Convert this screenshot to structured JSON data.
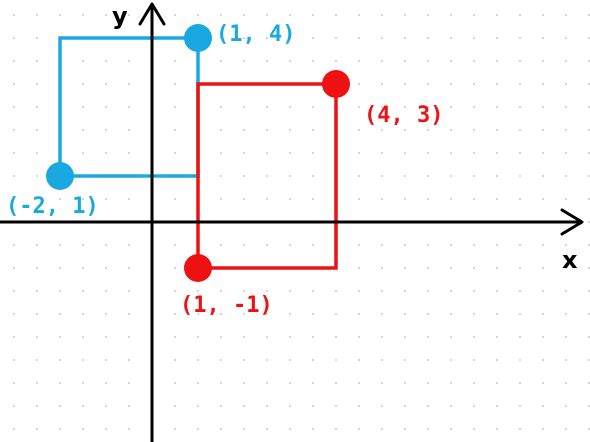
{
  "axes": {
    "x_label": "x",
    "y_label": "y"
  },
  "colors": {
    "blue": "#1aa8e0",
    "red": "#ee1111",
    "axis": "#000000",
    "grid_dot": "#b9b9b9"
  },
  "rectangles": [
    {
      "name": "blue-rectangle",
      "color_key": "blue",
      "corners": [
        [
          -2,
          1
        ],
        [
          1,
          4
        ]
      ],
      "points": [
        {
          "id": "blue-point-1",
          "x": 1,
          "y": 4,
          "label": "(1, 4)"
        },
        {
          "id": "blue-point-2",
          "x": -2,
          "y": 1,
          "label": "(-2, 1)"
        }
      ]
    },
    {
      "name": "red-rectangle",
      "color_key": "red",
      "corners": [
        [
          1,
          -1
        ],
        [
          4,
          3
        ]
      ],
      "points": [
        {
          "id": "red-point-1",
          "x": 4,
          "y": 3,
          "label": "(4, 3)"
        },
        {
          "id": "red-point-2",
          "x": 1,
          "y": -1,
          "label": "(1, -1)"
        }
      ]
    }
  ]
}
